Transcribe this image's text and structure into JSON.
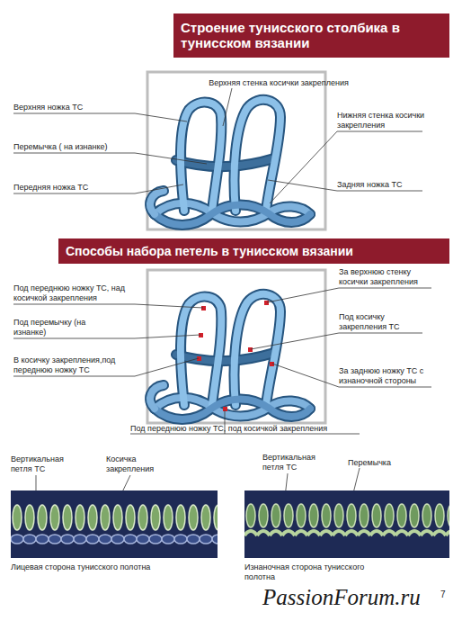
{
  "diagram": {
    "title": "Строение тунисского столбика в тунисском вязании",
    "nodes": [
      {
        "text": [
          "Способы набора петель в тунисском вязании"
        ]
      }
    ],
    "labels": [
      "Верхняя стенка косички закрепления",
      "Верхняя ножка ТС",
      "Нижняя стенка косички закрепления",
      "Перемычка ( на изнанке)",
      "Передняя ножка ТС",
      "Задняя ножка ТС",
      "Под переднюю ножку ТС, над косичкой закрепления",
      "За верхнюю стенку косички закрепления",
      "Под перемычку (на изнанке)",
      "Под косичку закрепления ТС",
      "В косичку закрепления,под переднюю ножку ТС",
      "За заднюю ножку ТС с изнаночной стороны",
      "Под переднюю ножку ТС, под косичкой закрепления",
      "Вертикальная петля ТС",
      "Косичка закрепления",
      "Лицевая сторона тунисского полотна",
      "Вертикальная петля ТС",
      "Перемычка",
      "Изнаночная сторона тунисского полотна",
      "7",
      "PassionForum.ru"
    ]
  }
}
